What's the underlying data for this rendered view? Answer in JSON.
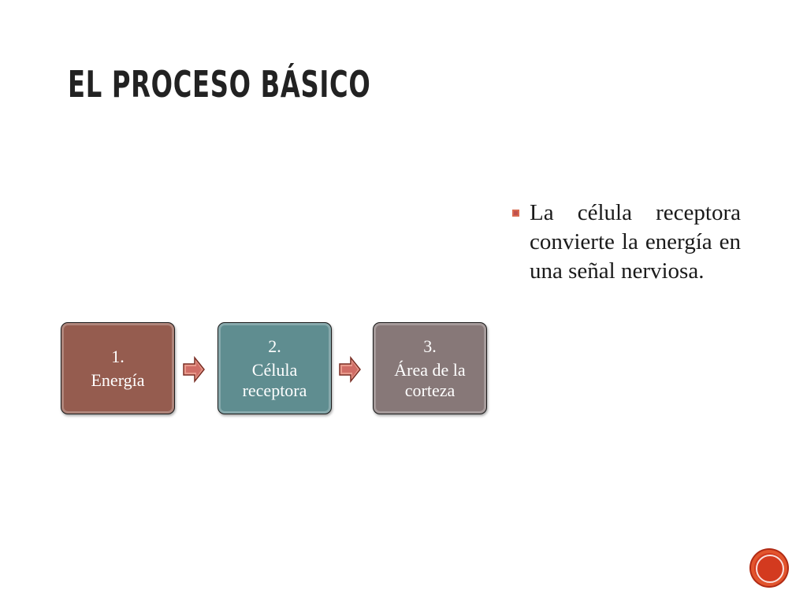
{
  "slide": {
    "title": "El proceso básico"
  },
  "bullets": [
    {
      "text": "La célula receptora convierte la energía en una señal nerviosa."
    }
  ],
  "diagram": {
    "steps": [
      {
        "number": "1.",
        "label": "Energía",
        "color": "#955c4f"
      },
      {
        "number": "2.",
        "label": "Célula receptora",
        "color": "#5f8d90"
      },
      {
        "number": "3.",
        "label": "Área de la corteza",
        "color": "#877878"
      }
    ],
    "arrow_color": "#c0504d"
  },
  "colors": {
    "bullet_marker": "#c0504d",
    "nav_button": "#d33a1f"
  }
}
